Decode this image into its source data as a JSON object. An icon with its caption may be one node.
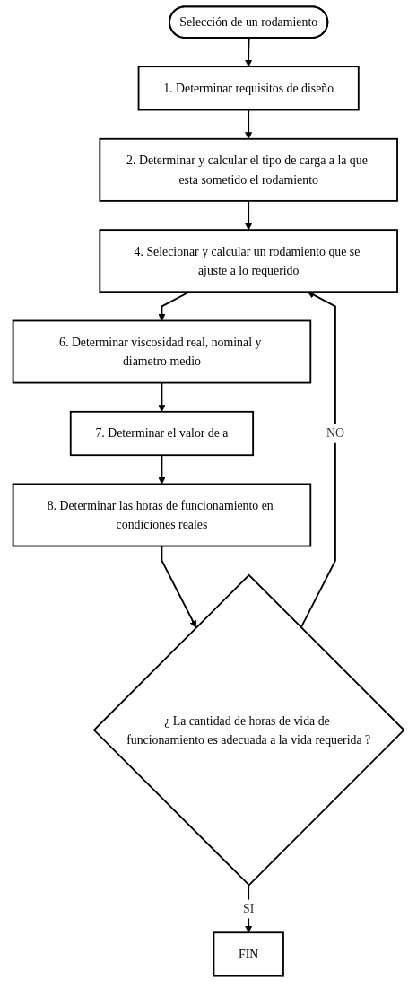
{
  "diagram": {
    "nodes": [
      {
        "text": [
          "Selección de un rodamiento"
        ]
      },
      {
        "text": [
          "1. Determinar requisitos de diseño"
        ]
      },
      {
        "text": [
          "2. Determinar y calcular el tipo de carga a la que esta sometido el rodamiento"
        ]
      },
      {
        "text": [
          "4. Selecionar y calcular un rodamiento que se ajuste a lo requerido"
        ]
      },
      {
        "text": [
          "6. Determinar viscosidad real, nominal y diametro medio"
        ]
      },
      {
        "text": [
          "7. Determinar el valor de a"
        ]
      },
      {
        "text": [
          "8. Determinar las horas de funcionamiento en condiciones reales"
        ]
      },
      {
        "text": [
          "¿ La cantidad de horas de vida de funcionamiento es adecuada a la vida requerida ?"
        ]
      },
      {
        "text": [
          "FIN"
        ]
      }
    ],
    "edges": [
      {
        "from": 0,
        "to": 1,
        "arrow": "to"
      },
      {
        "from": 1,
        "to": 2,
        "arrow": "to"
      },
      {
        "from": 2,
        "to": 3,
        "arrow": "to"
      },
      {
        "from": 3,
        "to": 4,
        "arrow": "to"
      },
      {
        "from": 4,
        "to": 5,
        "arrow": "to"
      },
      {
        "from": 5,
        "to": 6,
        "arrow": "to"
      },
      {
        "from": 6,
        "to": 7,
        "arrow": "to"
      },
      {
        "from": 7,
        "to": 3,
        "arrow": "to",
        "label": "NO"
      },
      {
        "from": 7,
        "to": 8,
        "arrow": "to",
        "label": "SI"
      }
    ]
  }
}
